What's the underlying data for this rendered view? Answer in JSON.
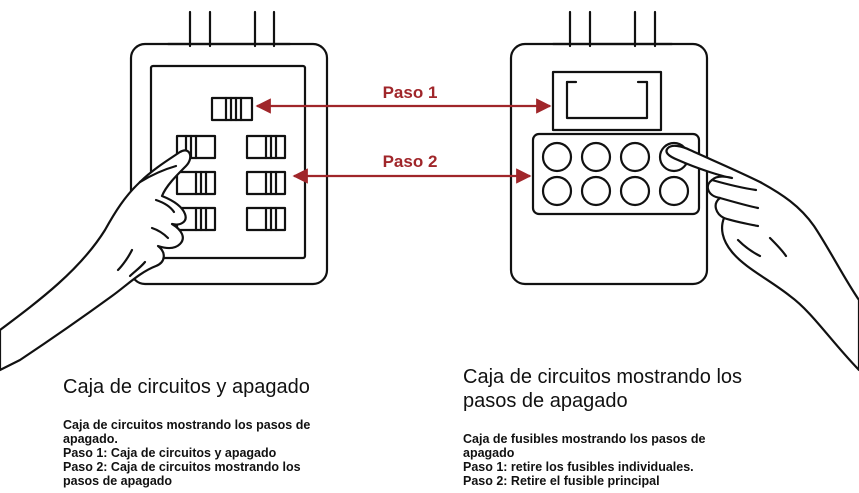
{
  "arrows": {
    "step1_label": "Paso 1",
    "step2_label": "Paso 2",
    "color": "#a0262a"
  },
  "left_panel": {
    "title": "Caja de circuitos y apagado",
    "body_lines": [
      "Caja de circuitos mostrando los pasos de",
      "apagado.",
      "Paso 1: Caja de circuitos y apagado",
      "Paso 2: Caja de circuitos mostrando los",
      "pasos de apagado"
    ]
  },
  "right_panel": {
    "title_lines": [
      "Caja de circuitos mostrando los",
      "pasos de apagado"
    ],
    "body_lines": [
      "Caja de fusibles mostrando los pasos de",
      "apagado",
      "Paso 1: retire los fusibles individuales.",
      "Paso 2: Retire el fusible principal"
    ]
  }
}
